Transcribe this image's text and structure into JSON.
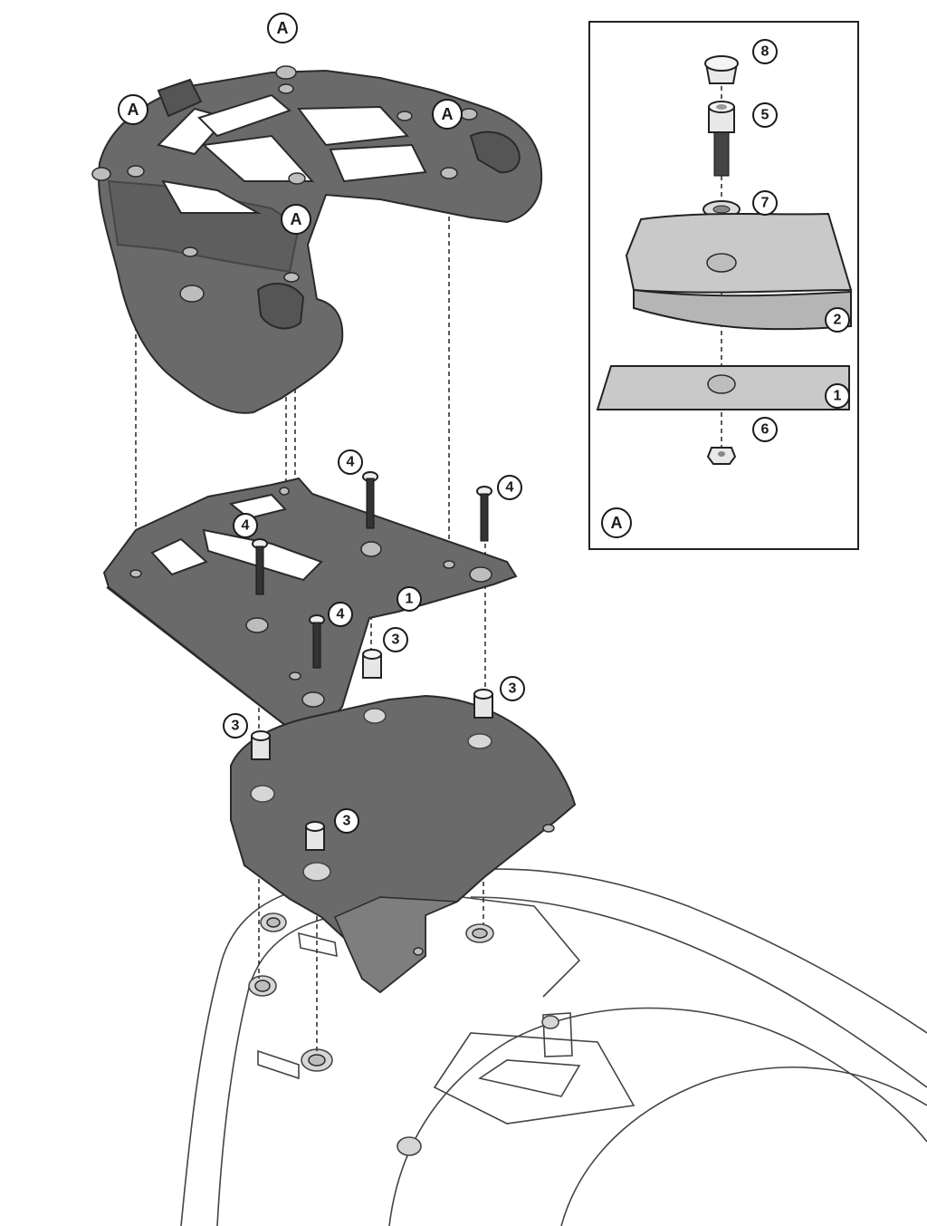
{
  "callouts": {
    "A": "A",
    "n1": "1",
    "n2": "2",
    "n3": "3",
    "n4": "4",
    "n5": "5",
    "n6": "6",
    "n7": "7",
    "n8": "8"
  },
  "inset": {
    "label": "A"
  },
  "colors": {
    "part_fill": "#6a6a6a",
    "outline": "#2a2a2a",
    "light_fill": "#d6d6d6",
    "background": "#ffffff"
  }
}
